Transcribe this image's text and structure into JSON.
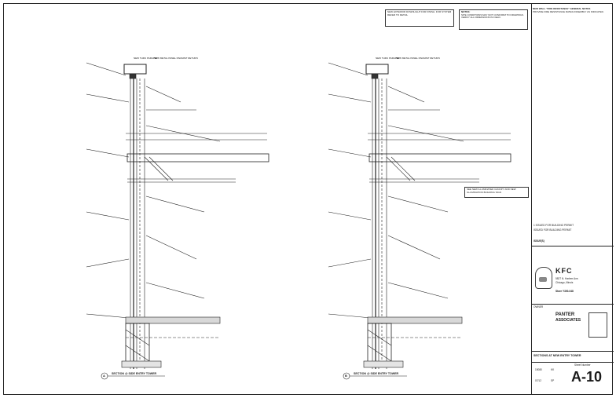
{
  "left_detail": {
    "callout_top_a": "NEW THRU PARAPET",
    "callout_top_b": "NEW METAL PANEL PARAPET RETURN",
    "section_marker": "A",
    "section_title": "SECTION @ SIDE ENTRY TOWER"
  },
  "right_detail": {
    "callout_top_a": "NEW THRU PARAPET",
    "callout_top_b": "NEW METAL PANEL PARAPET RETURN",
    "section_marker": "B",
    "section_title": "SECTION @ SIDE ENTRY TOWER"
  },
  "center_note": "NEW EXTERIOR DOWNLIGHT FOR FINISH. FOR SYSTEM REFER TO DETAIL",
  "notes_box": {
    "heading": "NOTES:",
    "text": "SITE CONDITIONS MAY NOT CONFORM TO DRAWINGS. VERIFY ALL DIMENSIONS IN FIELD."
  },
  "wall_notes": {
    "heading": "NEW WALL \"FIRE RESISTANCE\" GENERAL NOTES",
    "text": "PROVIDE FIRE RESISTANCE RATED ASSEMBLY AS INDICATED."
  },
  "right_note_box": "SEE NEW ILLUMINATED CANOPY AND NEW ILLUMINATION BUILDING SIGN",
  "revisions": [
    {
      "num": "1",
      "desc": "ISSUED FOR BUILDING PERMIT",
      "date": ""
    },
    {
      "num": "",
      "desc": "ISSUED FOR BUILDING PERMIT",
      "date": ""
    },
    {
      "num": "",
      "desc": "",
      "date": ""
    }
  ],
  "issue_label": "ISSUE(S)",
  "brand": {
    "logo": "KFC",
    "address_line1": "5827 N. Harlem Ave.",
    "address_line2": "Chicago, Illinois",
    "store": "Store Y300-048"
  },
  "firm": {
    "label": "OWNER",
    "name_line1": "PANTER",
    "name_line2": "ASSOCIATES"
  },
  "sheet_title": "SECTIONS AT NEW ENTRY TOWER",
  "sheet_number": "A-10",
  "sheet_number_label": "Sheet Number",
  "tb_fields": {
    "job": "15080",
    "drawn": "KK",
    "date": "07/12",
    "checked": "SP"
  }
}
